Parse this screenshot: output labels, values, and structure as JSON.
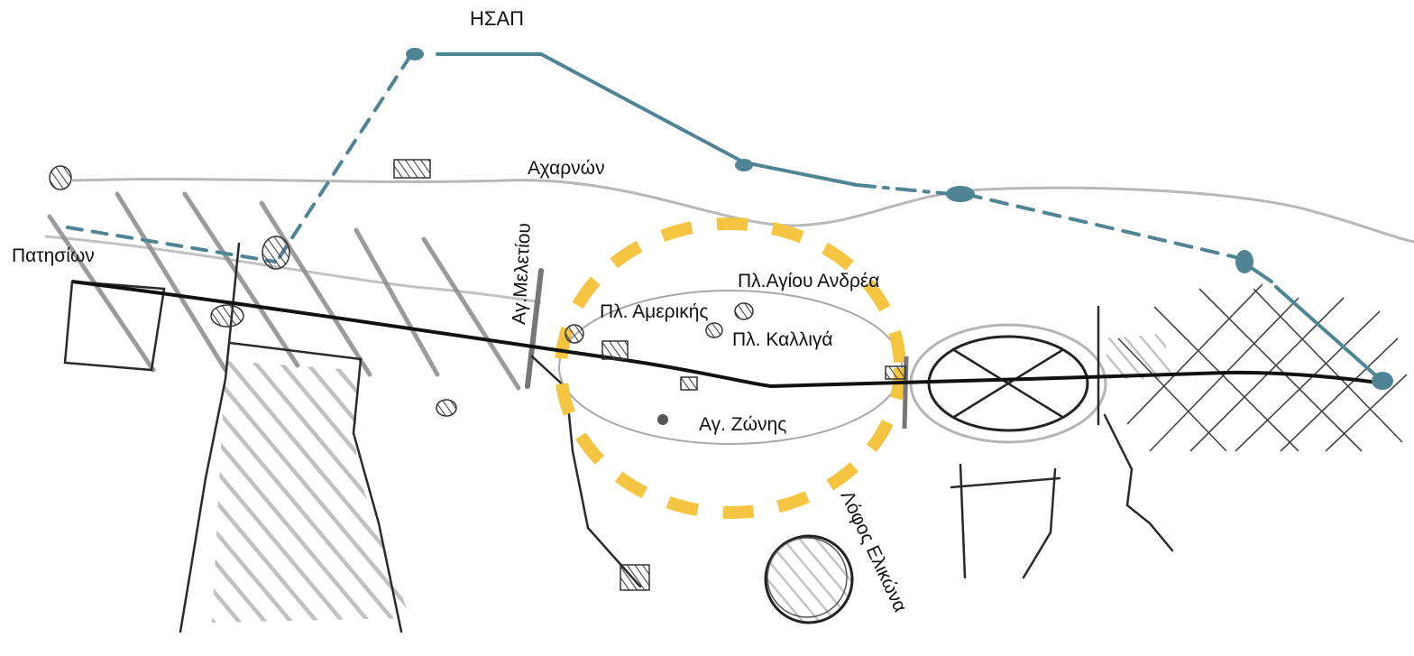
{
  "map": {
    "labels": {
      "metro_line": "ΗΣΑΠ",
      "acharnon_street": "Αχαρνών",
      "patision_street": "Πατησίων",
      "ag_meletiou_street": "Αγ.Μελετίου",
      "pl_agiou_andrea": "Πλ.Αγίου Ανδρέα",
      "pl_amerikis": "Πλ. Αμερικής",
      "pl_kalliga": "Πλ. Καλλιγά",
      "ag_zonis": "Αγ. Ζώνης",
      "lofos_elikona": "Λόφος Ελικώνα"
    },
    "colors": {
      "metro_line": "#4e8494",
      "study_area_boundary": "#f5c542",
      "main_street": "#111111",
      "secondary_street": "#b5b5b5",
      "hatch": "#555555",
      "block_outline": "#333333"
    },
    "legend": null
  }
}
